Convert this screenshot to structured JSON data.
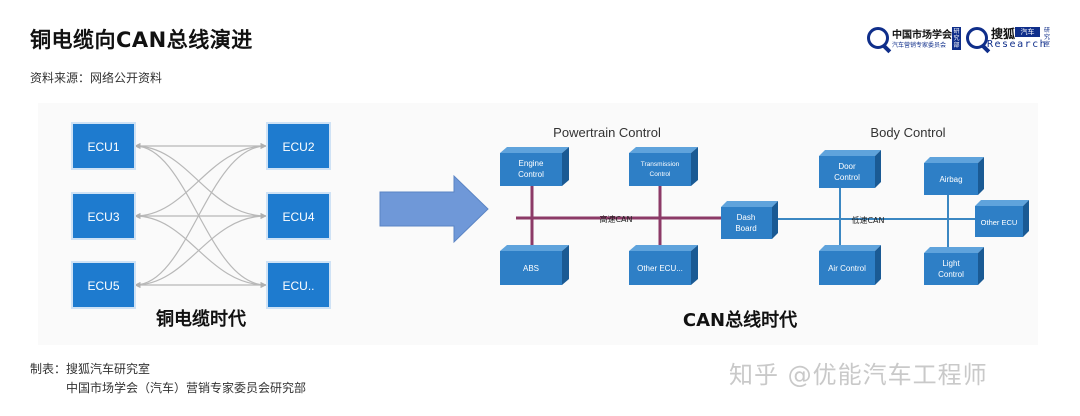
{
  "header": {
    "title": "铜电缆向CAN总线演进",
    "source": "资料来源：网络公开资料"
  },
  "logos": {
    "cma_name": "中国市场学会",
    "cma_sub": "汽车营销专家委员会",
    "cma_badge": "研究部",
    "sohu_name": "搜狐",
    "sohu_badge": "汽车",
    "sohu_research": "Research",
    "sohu_vertical": "研究室"
  },
  "left": {
    "ecus": [
      "ECU1",
      "ECU2",
      "ECU3",
      "ECU4",
      "ECU5",
      "ECU.."
    ],
    "caption": "铜电缆时代"
  },
  "right": {
    "powertrain_title": "Powertrain Control",
    "body_title": "Body Control",
    "high_speed_label": "高速CAN",
    "low_speed_label": "低速CAN",
    "nodes": {
      "engine": [
        "Engine",
        "Control"
      ],
      "transmission": [
        "Transmission",
        "Control"
      ],
      "abs": [
        "ABS"
      ],
      "other_ecu_bottom": [
        "Other ECU..."
      ],
      "dash": [
        "Dash",
        "Board"
      ],
      "door": [
        "Door",
        "Control"
      ],
      "air": [
        "Air Control"
      ],
      "airbag": [
        "Airbag"
      ],
      "light": [
        "Light",
        "Control"
      ],
      "other_ecu_right": [
        "Other ECU"
      ]
    },
    "caption": "CAN总线时代"
  },
  "footer": {
    "line1": "制表：搜狐汽车研究室",
    "line2": "中国市场学会（汽车）营销专家委员会研究部"
  },
  "watermark": "知乎 @优能汽车工程师",
  "colors": {
    "box_face": "#2e7fc6",
    "box_side": "#1a5a94",
    "box_top": "#5fa3dc",
    "ecu_box": "#1e7bcf",
    "arrow": "#6f98d8",
    "high_bus": "#8c3a67",
    "low_bus": "#3b87c2"
  }
}
